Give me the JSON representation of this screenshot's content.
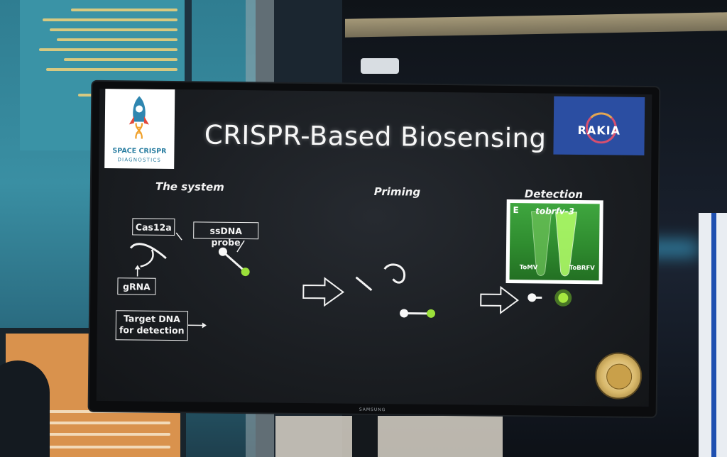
{
  "slide": {
    "title": "CRISPR-Based Biosensing",
    "logo_left": {
      "line1": "SPACE CRISPR",
      "line2": "DIAGNOSTICS"
    },
    "logo_right": {
      "wordmark": "RAKIA"
    },
    "sections": {
      "system": "The system",
      "priming": "Priming",
      "detection": "Detection"
    },
    "labels": {
      "cas12a": "Cas12a",
      "ssdna_probe": "ssDNA probe",
      "grna": "gRNA",
      "target_dna_line1": "Target DNA",
      "target_dna_line2": "for detection"
    },
    "detection_panel": {
      "panel_letter": "E",
      "gene": "tobrfv-3",
      "label_left": "ToMV",
      "label_right": "ToBRFV"
    },
    "colors": {
      "slide_bg": "#1a1d21",
      "text": "#f1f1f1",
      "probe_green": "#9be03a",
      "rakia_blue": "#2b4ea2",
      "panel_green": "#2f8c2f"
    }
  },
  "tv": {
    "brand": "SAMSUNG"
  }
}
